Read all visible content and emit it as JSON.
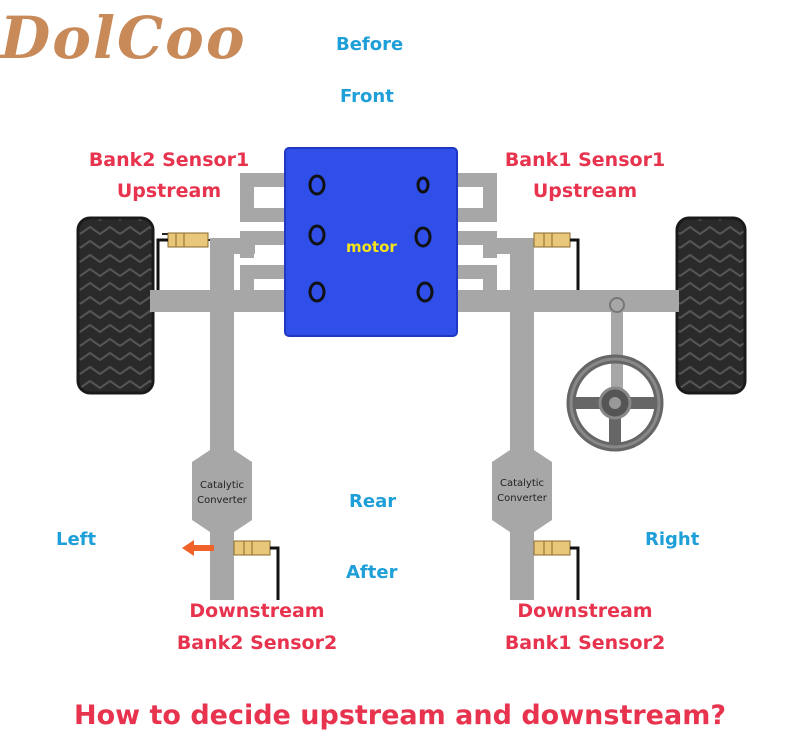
{
  "logo": {
    "text": "DolCoo"
  },
  "labels": {
    "before": "Before",
    "front": "Front",
    "rear": "Rear",
    "after": "After",
    "left": "Left",
    "right": "Right",
    "motor": "motor",
    "bank2_sensor1": "Bank2 Sensor1",
    "upstream_left": "Upstream",
    "bank1_sensor1": "Bank1 Sensor1",
    "upstream_right": "Upstream",
    "downstream_left": "Downstream",
    "bank2_sensor2": "Bank2 Sensor2",
    "downstream_right": "Downstream",
    "bank1_sensor2": "Bank1 Sensor2",
    "catalytic_left_1": "Catalytic",
    "catalytic_left_2": "Converter",
    "catalytic_right_1": "Catalytic",
    "catalytic_right_2": "Converter",
    "question": "How to decide upstream and downstream?"
  },
  "colors": {
    "engine": "#2f4fe8",
    "pipe": "#a7a7a7",
    "label_blue": "#1e9fd8",
    "label_red": "#e8334f",
    "motor_text": "#f5e31c",
    "arrow": "#f0622a",
    "tire": "#2a2a2a"
  },
  "icons": [
    "tire-icon",
    "steering-wheel-icon",
    "oxygen-sensor-icon",
    "flow-arrow-icon",
    "catalytic-converter-icon"
  ]
}
